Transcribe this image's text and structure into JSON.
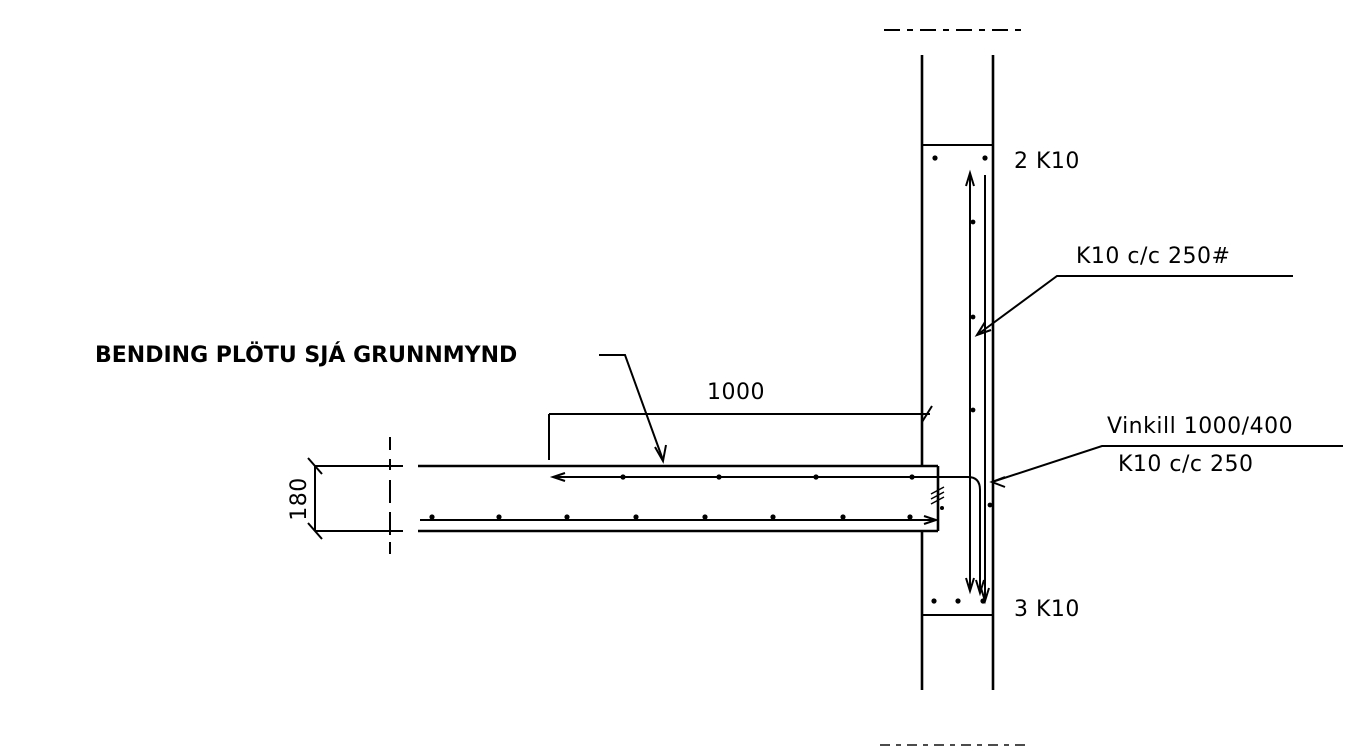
{
  "labels": {
    "top_bar": "2 K10",
    "wall_reinforcement": "K10 c/c 250#",
    "slab_note": "BENDING PLÖTU SJÁ GRUNNMYND",
    "dim_length": "1000",
    "angle_bar_line1": "Vinkill 1000/400",
    "angle_bar_line2": "K10 c/c 250",
    "dim_thickness": "180",
    "bottom_bar": "3 K10"
  }
}
